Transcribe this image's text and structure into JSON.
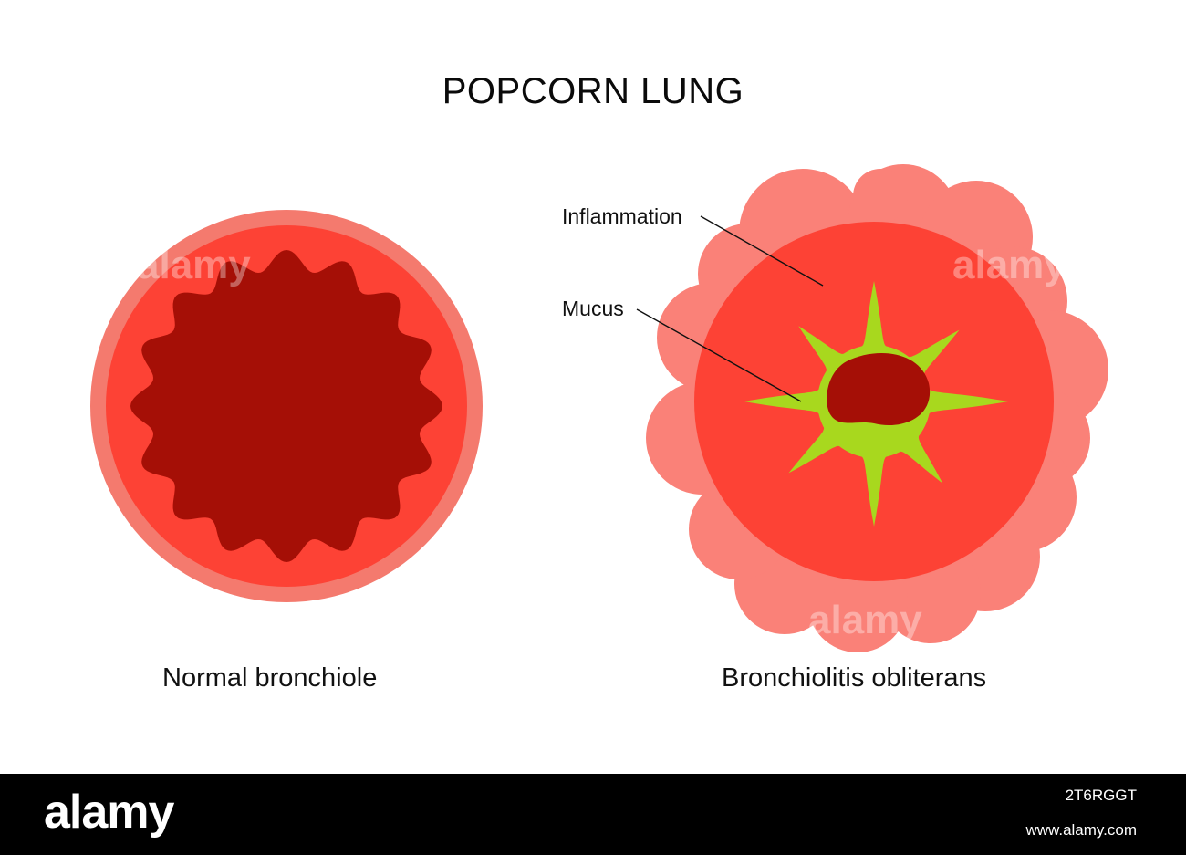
{
  "title": "POPCORN LUNG",
  "captions": {
    "left": "Normal bronchiole",
    "right": "Bronchiolitis obliterans"
  },
  "callouts": {
    "inflammation": "Inflammation",
    "mucus": "Mucus"
  },
  "watermark": "alamy",
  "footer": {
    "logo": "alamy",
    "image_id": "2T6RGGT",
    "url": "www.alamy.com"
  },
  "colors": {
    "outer_ring": "#f47a6e",
    "wall_red": "#fd4235",
    "lumen_dark": "#a50f06",
    "inflammation_pink": "#fa8178",
    "mucus_green": "#a8d81e"
  }
}
